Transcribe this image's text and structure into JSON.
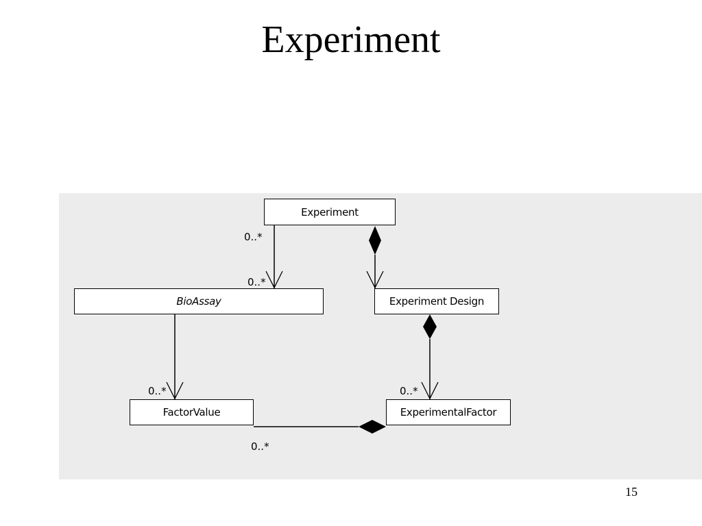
{
  "slide": {
    "title": "Experiment",
    "page_number": "15"
  },
  "diagram": {
    "classes": {
      "experiment": "Experiment",
      "bioassay": "BioAssay",
      "experiment_design": "Experiment Design",
      "factor_value": "FactorValue",
      "experimental_factor": "ExperimentalFactor"
    },
    "multiplicities": {
      "experiment_bioassay_source": "0..*",
      "experiment_bioassay_target": "0..*",
      "bioassay_factorvalue": "0..*",
      "design_factor": "0..*",
      "factor_factorvalue": "0..*"
    }
  }
}
